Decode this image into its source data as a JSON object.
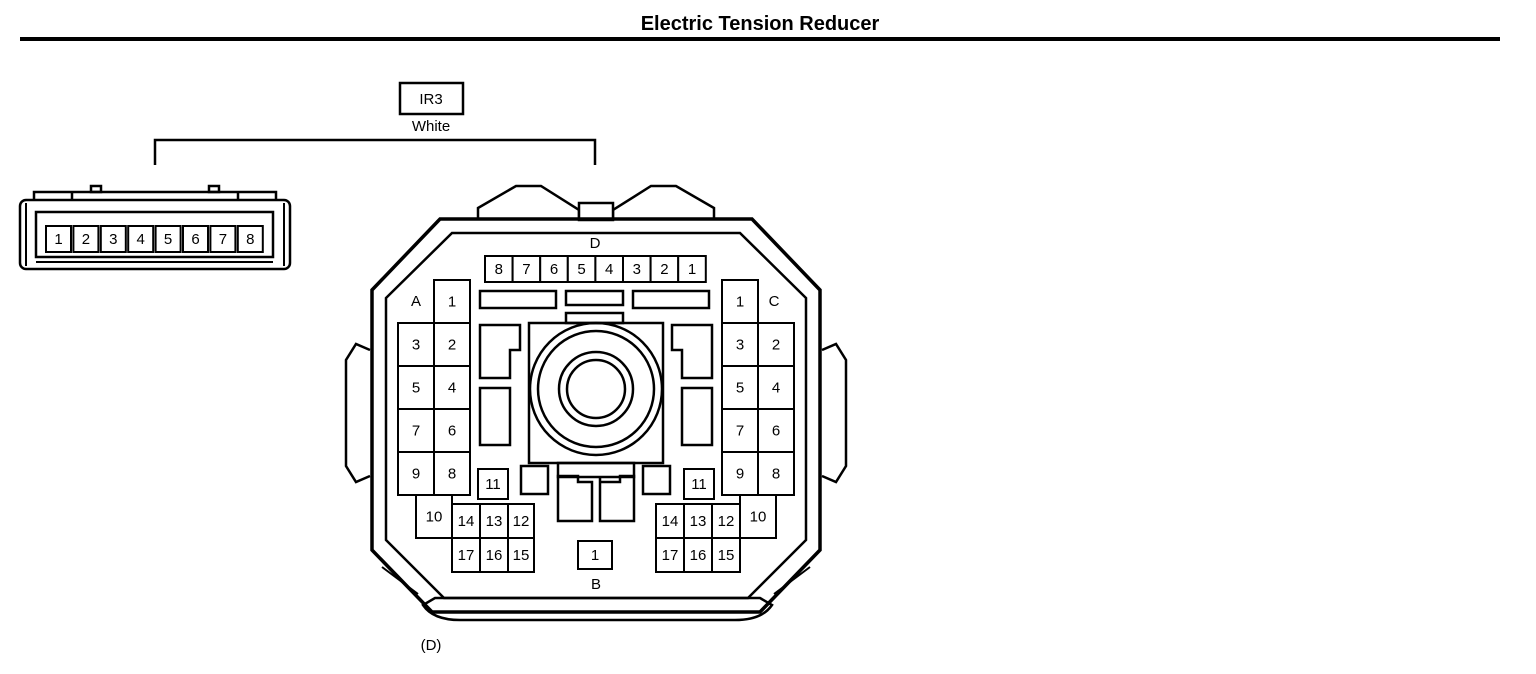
{
  "title": "Electric Tension Reducer",
  "connector_code": "IR3",
  "connector_color": "White",
  "view_label": "(D)",
  "small_connector": {
    "pins": [
      "1",
      "2",
      "3",
      "4",
      "5",
      "6",
      "7",
      "8"
    ]
  },
  "large_connector": {
    "group_d": {
      "label": "D",
      "pins": [
        "8",
        "7",
        "6",
        "5",
        "4",
        "3",
        "2",
        "1"
      ]
    },
    "group_a": {
      "label": "A",
      "pins": [
        "1",
        "3",
        "2",
        "5",
        "4",
        "7",
        "6",
        "9",
        "8",
        "10",
        "11",
        "14",
        "13",
        "12",
        "17",
        "16",
        "15"
      ]
    },
    "group_c": {
      "label": "C",
      "pins": [
        "1",
        "3",
        "2",
        "5",
        "4",
        "7",
        "6",
        "9",
        "8",
        "10",
        "11",
        "14",
        "13",
        "12",
        "17",
        "16",
        "15"
      ]
    },
    "group_b": {
      "label": "B",
      "pins": [
        "1"
      ]
    }
  }
}
